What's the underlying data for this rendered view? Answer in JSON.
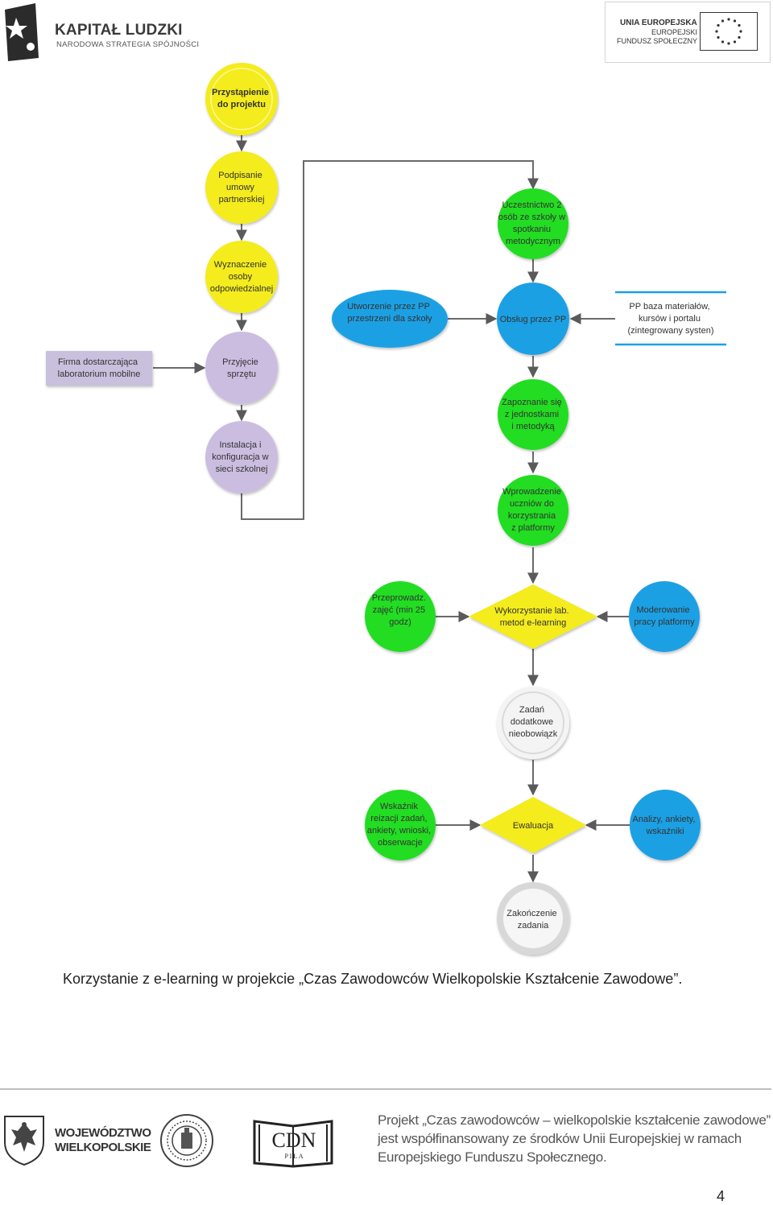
{
  "header": {
    "logo_title": "KAPITAŁ LUDZKI",
    "logo_subtitle": "NARODOWA STRATEGIA SPÓJNOŚCI",
    "eu_line1": "UNIA EUROPEJSKA",
    "eu_line2": "EUROPEJSKI",
    "eu_line3": "FUNDUSZ SPOŁECZNY"
  },
  "colors": {
    "yellow": "#f4ec1a",
    "green": "#22dd22",
    "blue": "#1aa0e4",
    "lavender": "#cbbde0",
    "gray_box": "#c8c0dc",
    "white_node": "#f4f4f4",
    "line": "#6a6a6a"
  },
  "diagram": {
    "nodes": {
      "n1": [
        "Przystąpienie",
        "do projektu"
      ],
      "n2": [
        "Podpisanie",
        "umowy",
        "partnerskiej"
      ],
      "n3": [
        "Wyznaczenie",
        "osoby",
        "odpowiedzialnej"
      ],
      "n4": [
        "Przyjęcie",
        "sprzętu"
      ],
      "n5": [
        "Instalacja i",
        "konfiguracja w",
        "sieci szkolnej"
      ],
      "firm": [
        "Firma dostarczająca",
        "laboratorium mobilne"
      ],
      "pp_space": [
        "Utworzenie przez PP",
        "przestrzeni dla szkoły"
      ],
      "meeting": [
        "Uczestnictwo 2",
        "osób ze szkoły w",
        "spotkaniu",
        "metodycznym"
      ],
      "pp_service": [
        "Obsług przez PP"
      ],
      "pp_base": [
        "PP baza materiałów,",
        "kursów i portalu",
        "(zintegrowany systen)"
      ],
      "familiar": [
        "Zapoznanie się",
        "z jednostkami",
        "i metodyką"
      ],
      "intro": [
        "Wprowadzenie",
        "uczniów do",
        "korzystrania",
        "z platformy"
      ],
      "classes": [
        "Przeprowadz.",
        "zajęć (min 25",
        "godz)"
      ],
      "usage": [
        "Wykorzystanie lab.",
        "metod e-learning"
      ],
      "moderate": [
        "Moderowanie",
        "pracy platformy"
      ],
      "extra": [
        "Zadań",
        "dodatkowe",
        "nieobowiązk"
      ],
      "indicator": [
        "Wskaźnik",
        "reizacji zadań,",
        "ankiety, wnioski,",
        "obserwacje"
      ],
      "evaluation": [
        "Ewaluacja"
      ],
      "analysis": [
        "Analizy, ankiety,",
        "wskaźniki"
      ],
      "end": [
        "Zakończenie",
        "zadania"
      ]
    }
  },
  "caption": "Korzystanie z e-learning w projekcie „Czas Zawodowców Wielkopolskie Kształcenie Zawodowe”.",
  "footer": {
    "woj_line1": "WOJEWÓDZTWO",
    "woj_line2": "WIELKOPOLSKIE",
    "cdn_text": "CDN",
    "cdn_sub": "P I Ł A",
    "project_line1": "Projekt „Czas zawodowców – wielkopolskie kształcenie zawodowe”",
    "project_line2": "jest współfinansowany ze środków Unii Europejskiej w ramach",
    "project_line3": "Europejskiego Funduszu Społecznego.",
    "page_number": "4"
  }
}
